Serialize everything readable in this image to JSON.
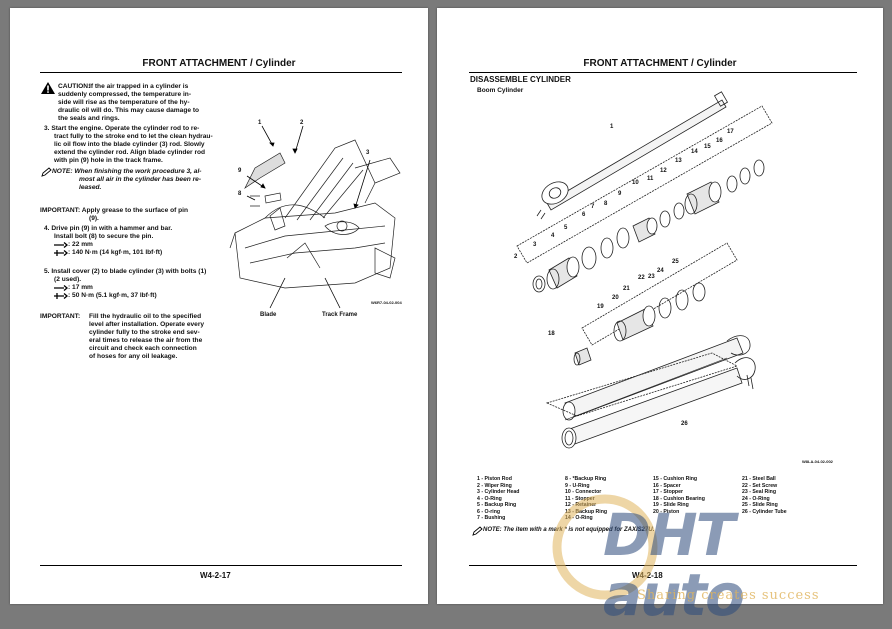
{
  "left_page": {
    "title": "FRONT ATTACHMENT / Cylinder",
    "caution_label": "CAUTION:",
    "caution_lines": [
      "If the air trapped in a cylinder is",
      "suddenly compressed, the temperature in-",
      "side will rise as the temperature of the hy-",
      "draulic oil will do. This may cause damage to",
      "the seals and rings."
    ],
    "step3_lines": [
      "3. Start the engine. Operate the cylinder rod to re-",
      "tract fully to the stroke end to let the clean hydrau-",
      "lic oil flow into the blade cylinder (3) rod. Slowly",
      "extend the cylinder rod. Align blade cylinder rod",
      "with pin (9) hole in the track frame."
    ],
    "note_lines": [
      "NOTE:  When finishing the work procedure 3, al-",
      "most all air in the cylinder has been re-",
      "leased."
    ],
    "important1_lines": [
      "IMPORTANT:  Apply grease to the surface of pin",
      "(9)."
    ],
    "step4_lines": [
      "4. Drive pin (9) in with a hammer and bar.",
      "Install bolt (8) to secure the pin.",
      ": 22 mm",
      ": 140 N·m (14 kgf·m, 101 lbf·ft)"
    ],
    "step5_lines": [
      "5. Install cover (2) to blade cylinder (3) with bolts (1)",
      "(2 used).",
      ": 17 mm",
      ": 50 N·m (5.1 kgf·m, 37 lbf·ft)"
    ],
    "important2_label": "IMPORTANT:",
    "important2_lines": [
      "Fill the hydraulic oil to the specified",
      "level after installation. Operate every",
      "cylinder fully to the stroke end sev-",
      "eral times to release the air from the",
      "circuit and check each connection",
      "of hoses for any oil leakage."
    ],
    "fig_labels": {
      "n1": "1",
      "n2": "2",
      "n3": "3",
      "n8": "8",
      "n9": "9",
      "blade": "Blade",
      "track": "Track Frame",
      "code": "W6R7-04-02-004"
    },
    "page_number": "W4-2-17"
  },
  "right_page": {
    "title": "FRONT ATTACHMENT / Cylinder",
    "section": "DISASSEMBLE CYLINDER",
    "subsection": "Boom Cylinder",
    "fig_code": "W8LA-04-02-002",
    "part_numbers": [
      "1",
      "2",
      "3",
      "4",
      "5",
      "6",
      "7",
      "8",
      "9",
      "10",
      "11",
      "12",
      "13",
      "14",
      "15",
      "16",
      "17",
      "18",
      "19",
      "20",
      "21",
      "22",
      "23",
      "24",
      "25",
      "26"
    ],
    "legend_col1": [
      "1 -   Piston Rod",
      "2 -   Wiper Ring",
      "3 -   Cylinder Head",
      "4 -   O-Ring",
      "5 -   Backup Ring",
      "6 -   O-ring",
      "7 -   Bushing"
    ],
    "legend_col2": [
      "8 -   *Backup Ring",
      "9 -   U-Ring",
      "10 - Connector",
      "11 - Stopper",
      "12 - Retainer",
      "13 - Backup Ring",
      "14 - O-Ring"
    ],
    "legend_col3": [
      "15 - Cushion Ring",
      "16 - Spacer",
      "17 - Stopper",
      "18 - Cushion Bearing",
      "19 - Slide Ring",
      "20 - Piston"
    ],
    "legend_col4": [
      "21 - Steel Ball",
      "22 - Set Screw",
      "23 - Seal Ring",
      "24 - O-Ring",
      "25 - Slide Ring",
      "26 - Cylinder Tube"
    ],
    "note": "NOTE:  The item with a mark * is not equipped for ZAXIS27U.",
    "page_number": "W4-2-18"
  },
  "watermark": {
    "logo": "DHT auto",
    "tagline": "Sharing creates success"
  },
  "colors": {
    "watermark_gold": "#e0b45c",
    "watermark_navy": "#2d4b7c"
  }
}
